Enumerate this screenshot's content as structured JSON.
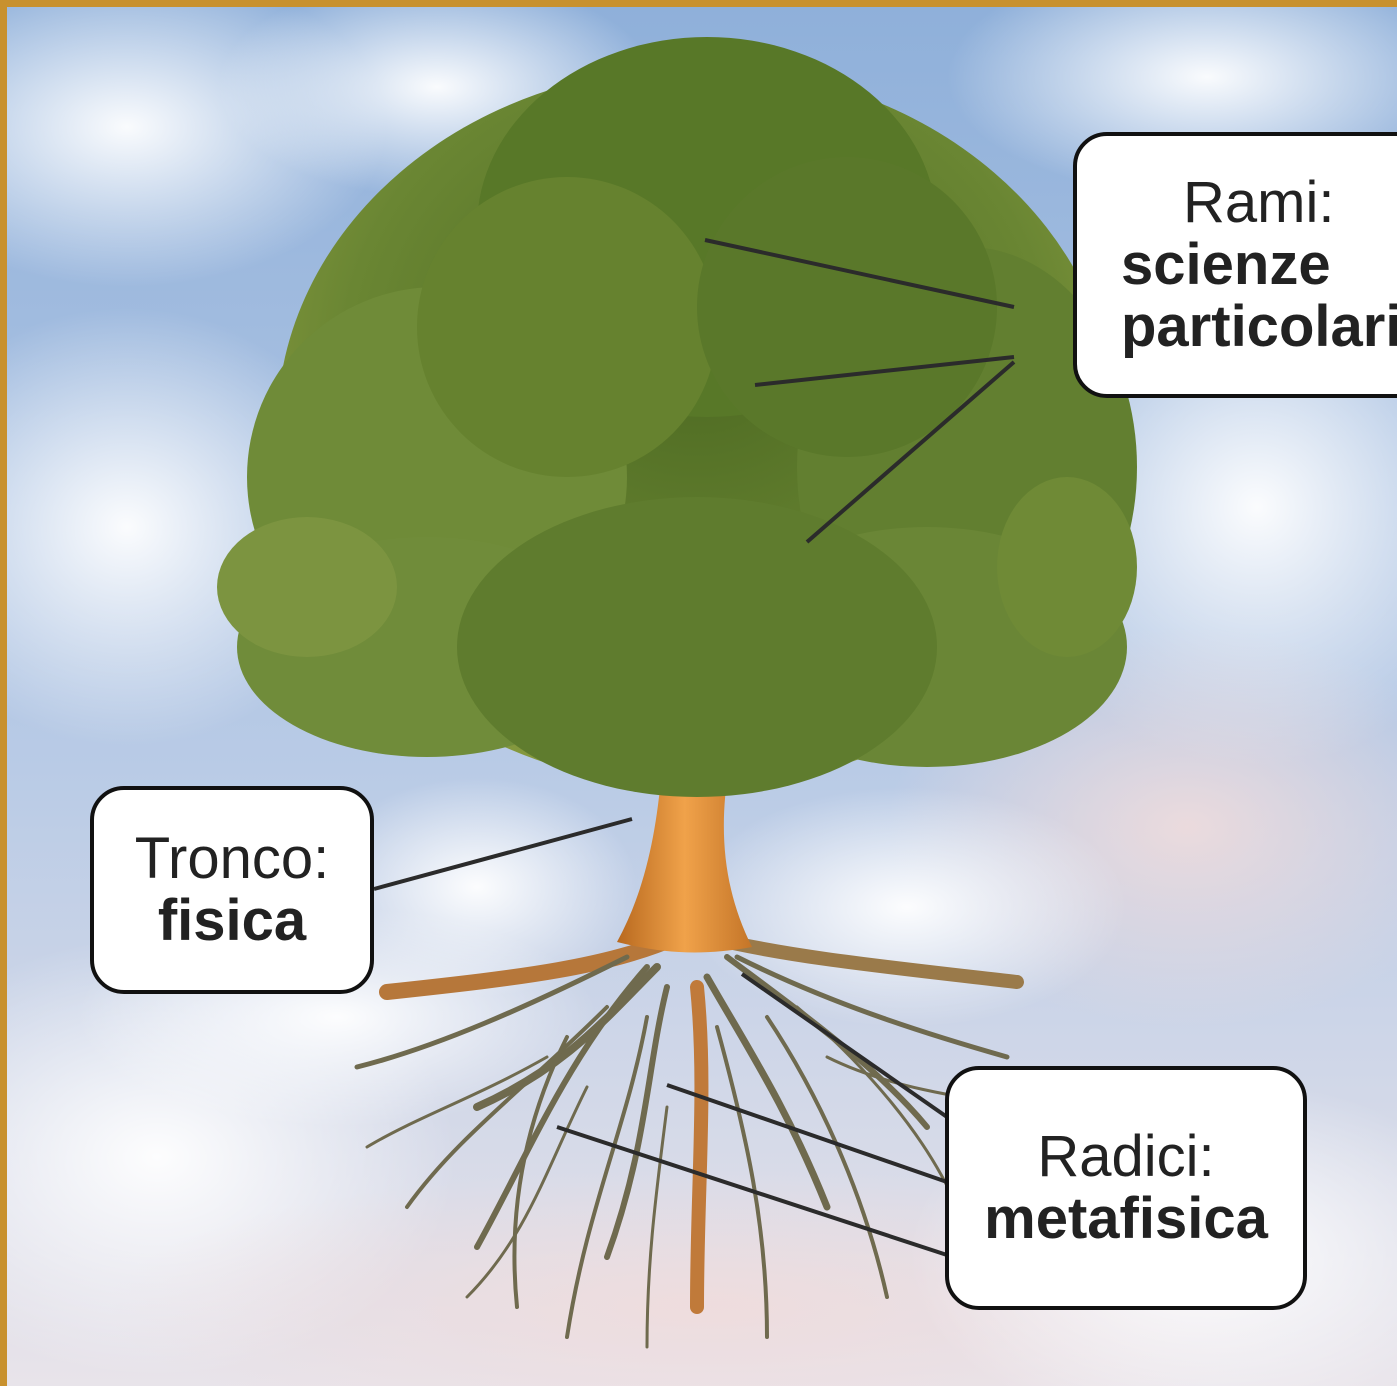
{
  "colors": {
    "frame": "#c8912e",
    "sky": "#9fb9dd",
    "cloud": "#f3f2f5",
    "foliage": "#5e7a2e",
    "trunk": "#d98a36",
    "roots": "#6f6a4e",
    "callout_border": "#111111",
    "leader_line": "#2b2b2b"
  },
  "callouts": {
    "rami": {
      "line1": "Rami:",
      "line2": "scienze",
      "line3": "particolari"
    },
    "tronco": {
      "line1": "Tronco:",
      "line2": "fisica"
    },
    "radici": {
      "line1": "Radici:",
      "line2": "metafisica"
    }
  }
}
